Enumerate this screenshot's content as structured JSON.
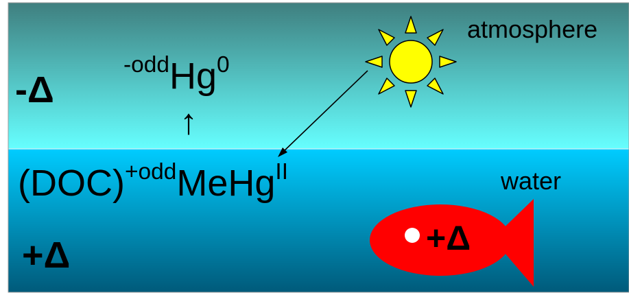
{
  "labels": {
    "atmosphere": "atmosphere",
    "water": "water",
    "top_delta": "-Δ",
    "bottom_delta": "+Δ",
    "fish_delta": "+Δ",
    "hg_prefix": "-odd",
    "hg_base": "Hg",
    "hg_sup": "0",
    "doc_base": "(DOC)",
    "doc_sup": "+odd",
    "mehg_base": "MeHg",
    "mehg_sup": "II",
    "up_arrow": "↑"
  },
  "colors": {
    "atmosphere_top": "#3f7f7f",
    "atmosphere_bottom": "#66ffff",
    "water_top": "#00ccff",
    "water_bottom": "#005a7a",
    "sun_fill": "#ffff00",
    "sun_stroke": "#000000",
    "fish_fill": "#ff0000",
    "fish_eye": "#ffffff"
  },
  "icons": [
    "sun-icon",
    "fish-icon",
    "photodegradation-arrow"
  ]
}
